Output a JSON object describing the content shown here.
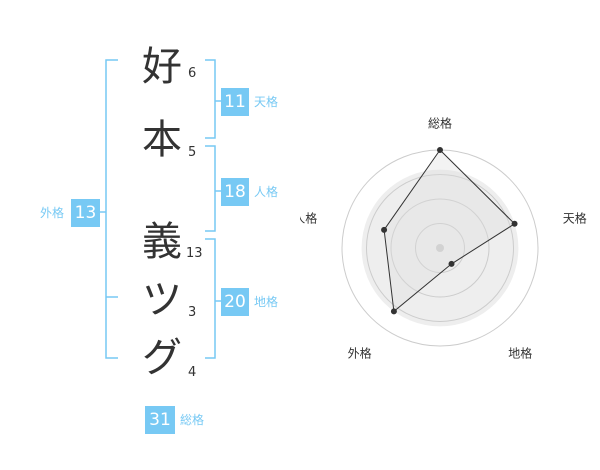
{
  "name": {
    "chars": [
      "好",
      "本",
      "義",
      "ツ",
      "グ"
    ],
    "strokes": [
      "6",
      "5",
      "13",
      "3",
      "4"
    ]
  },
  "kaku": {
    "tenkaku": {
      "value": "11",
      "label": "天格"
    },
    "jinkaku": {
      "value": "18",
      "label": "人格"
    },
    "chikaku": {
      "value": "20",
      "label": "地格"
    },
    "gaikaku": {
      "value": "13",
      "label": "外格"
    },
    "soukaku": {
      "value": "31",
      "label": "総格"
    }
  },
  "chart_data": {
    "type": "radar",
    "axes": [
      "総格",
      "天格",
      "地格",
      "外格",
      "人格"
    ],
    "values": [
      5,
      4,
      1,
      4,
      3
    ],
    "rmax": 5,
    "rings": 4
  },
  "colors": {
    "accent": "#77c9f4",
    "text": "#333333",
    "ring": "#cccccc",
    "fill": "#eeeeee",
    "line": "#333333"
  }
}
